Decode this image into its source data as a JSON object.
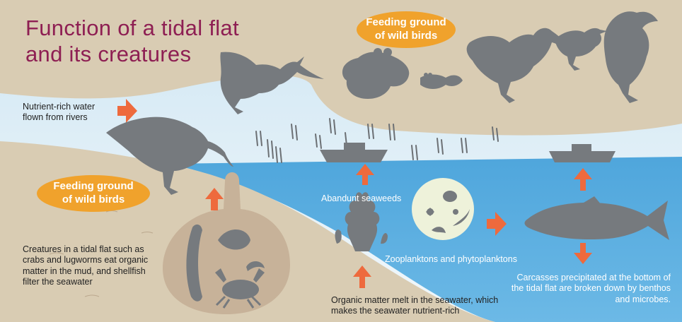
{
  "title": "Function of a tidal flat and its creatures",
  "labels": {
    "feeding_ground_top": "Feeding ground of wild birds",
    "feeding_ground_left": "Feeding ground of wild birds",
    "nutrient_water": "Nutrient-rich water flown from rivers",
    "abundant_seaweeds": "Abandunt seaweeds",
    "plankton": "Zooplanktons and phytoplanktons",
    "creatures": "Creatures in a tidal flat such as crabs and lugworms eat organic matter in the mud, and shellfish filter the seawater",
    "organic_matter": "Organic matter melt in the seawater, which makes the seawater nutrient-rich",
    "carcasses": "Carcasses precipitated at the bottom of the tidal flat are broken down by benthos and microbes."
  },
  "colors": {
    "sky": "#dcedf6",
    "sea": "#5aaee0",
    "sand": "#d9ccb3",
    "mud": "#c7b299",
    "silhouette": "#767a7e",
    "badge": "#f0a22c",
    "arrow": "#ee6a3d",
    "title": "#8e1f53"
  }
}
